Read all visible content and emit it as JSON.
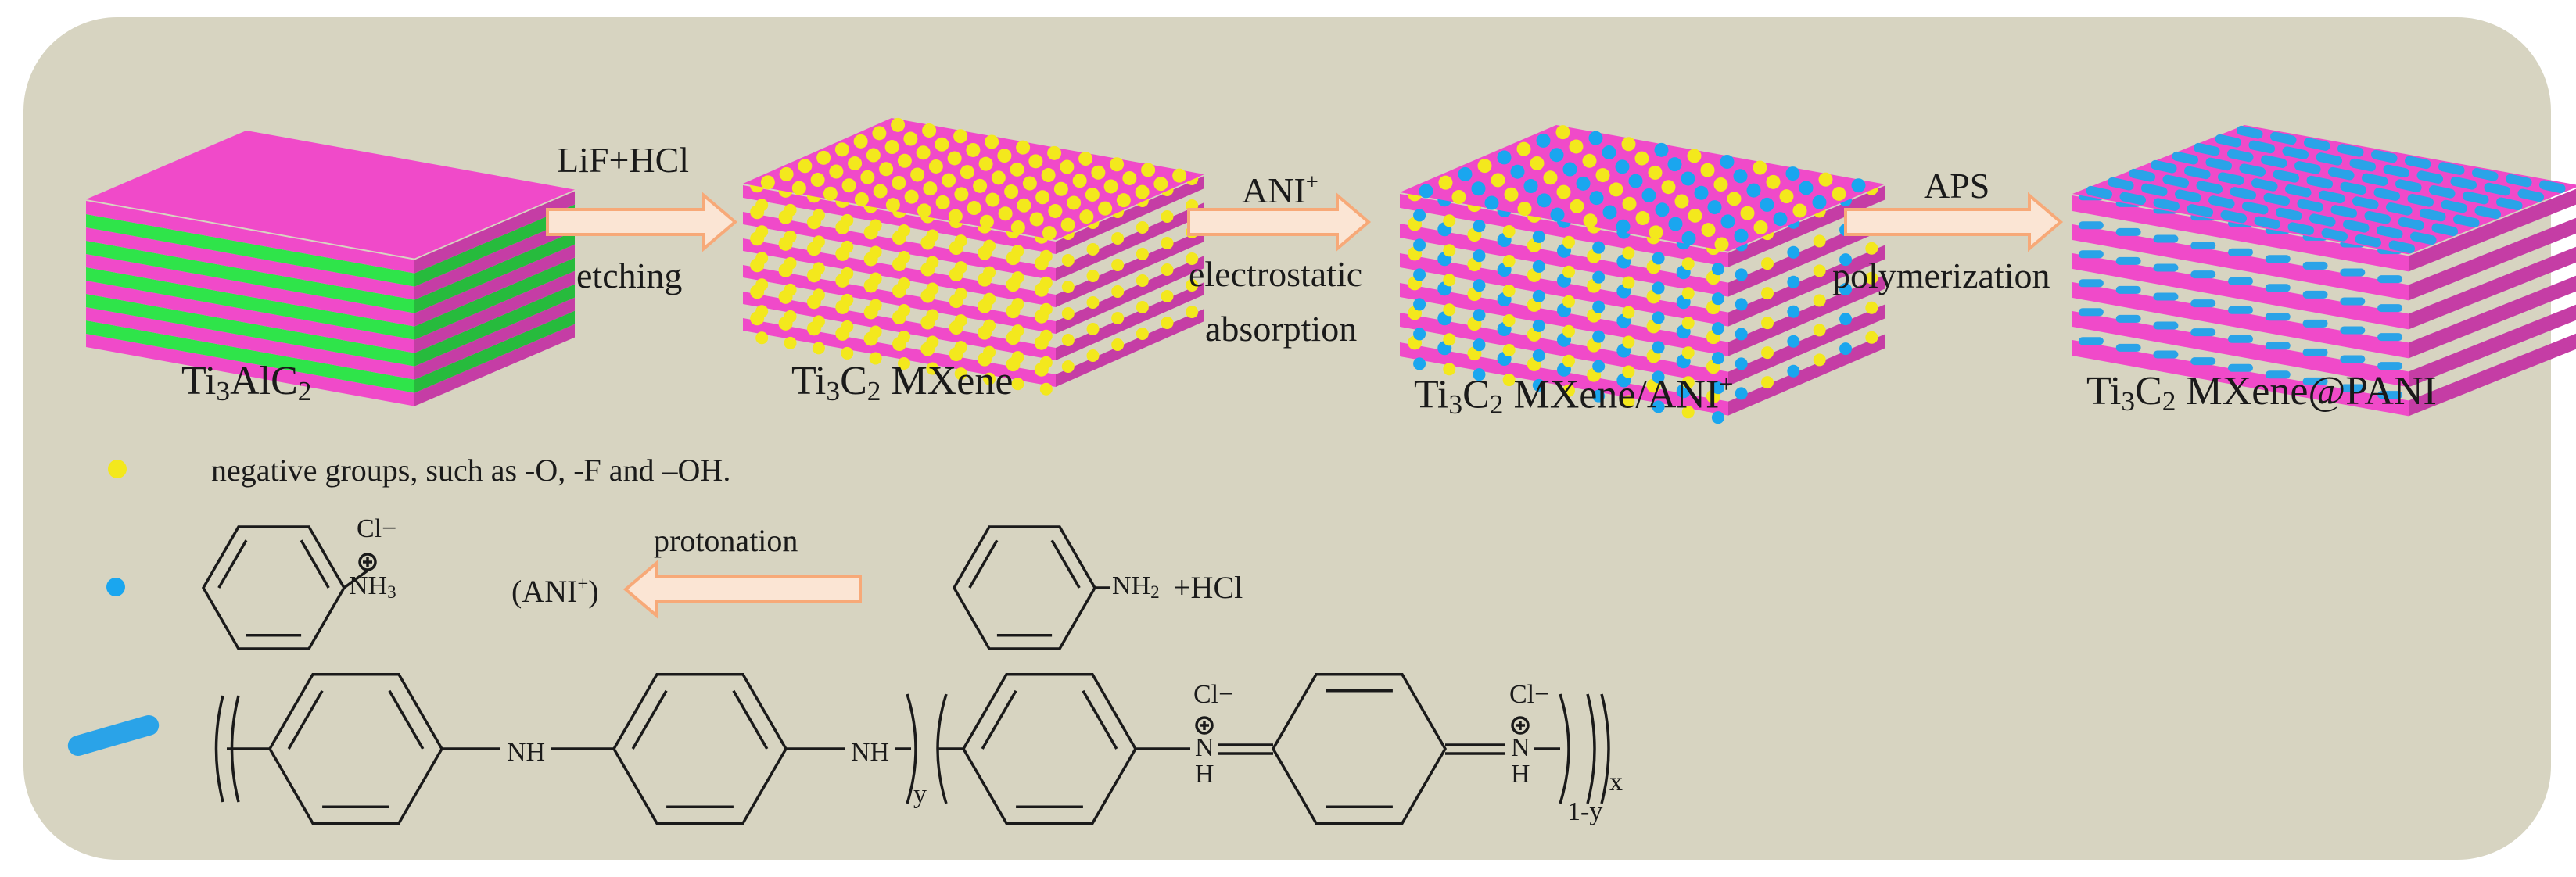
{
  "colors": {
    "background": "#d7d4c1",
    "mxene_layer": "#f04ac9",
    "aluminium_layer": "#2fe44a",
    "negative_group": "#f3e81d",
    "aniline_cation": "#1aa6ef",
    "pani": "#2aa3e8",
    "arrow": "#f7a978"
  },
  "stages": [
    {
      "name_main": "Ti",
      "name_sub1": "3",
      "name_mid": "AlC",
      "name_sub2": "2",
      "name_rest": ""
    },
    {
      "name_main": "Ti",
      "name_sub1": "3",
      "name_mid": "C",
      "name_sub2": "2",
      "name_rest": " MXene"
    },
    {
      "name_main": "Ti",
      "name_sub1": "3",
      "name_mid": "C",
      "name_sub2": "2",
      "name_rest": " MXene/ANI",
      "name_sup": "+"
    },
    {
      "name_main": "Ti",
      "name_sub1": "3",
      "name_mid": "C",
      "name_sub2": "2",
      "name_rest": " MXene@PANI"
    }
  ],
  "steps": [
    {
      "top": "LiF+HCl",
      "bottom": "etching"
    },
    {
      "top": "ANI",
      "top_sup": "+",
      "bottom1": "electrostatic",
      "bottom2": "absorption"
    },
    {
      "top": "APS",
      "bottom": "polymerization"
    }
  ],
  "legend": {
    "yellow_text": "negative groups, such as -O, -F and –OH.",
    "protonation": "protonation",
    "ani_label": "(ANI",
    "ani_sup": "+",
    "ani_close": ")",
    "nh3": "NH",
    "nh3_sub": "3",
    "nh2": "NH",
    "nh2_sub": "2",
    "plus_hcl": "+HCl",
    "chloride": "Cl−",
    "plus": "+",
    "nh": "NH",
    "n": "N",
    "h": "H",
    "y": "y",
    "one_minus_y": "1-y",
    "x": "x"
  }
}
